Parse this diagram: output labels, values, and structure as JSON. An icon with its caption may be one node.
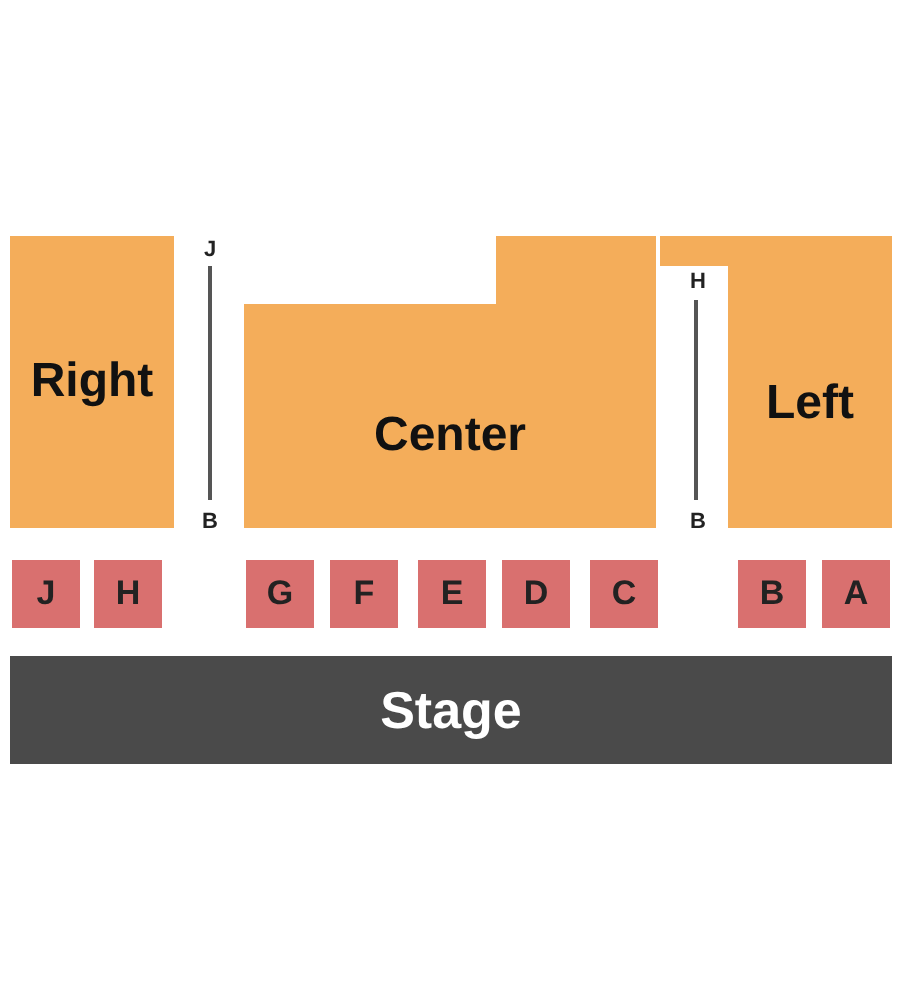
{
  "diagram": {
    "nodes": [
      {
        "text": [
          "Right"
        ]
      },
      {
        "text": [
          "Center"
        ]
      },
      {
        "text": [
          "Left"
        ]
      },
      {
        "text": [
          "J"
        ]
      },
      {
        "text": [
          "H"
        ]
      },
      {
        "text": [
          "G"
        ]
      },
      {
        "text": [
          "F"
        ]
      },
      {
        "text": [
          "E"
        ]
      },
      {
        "text": [
          "D"
        ]
      },
      {
        "text": [
          "C"
        ]
      },
      {
        "text": [
          "B"
        ]
      },
      {
        "text": [
          "A"
        ]
      },
      {
        "text": [
          "Stage"
        ]
      }
    ],
    "labels": [
      "J",
      "H",
      "B",
      "B"
    ]
  }
}
